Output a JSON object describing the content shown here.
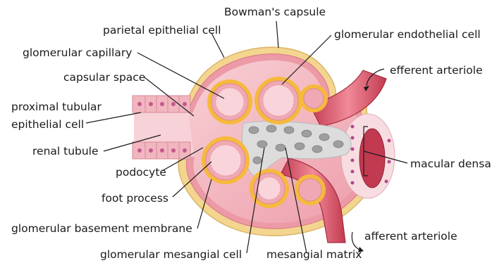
{
  "labels": {
    "bowmans_capsule": "Bowman's capsule",
    "parietal_epithelial_cell": "parietal epithelial cell",
    "glomerular_endothelial_cell": "glomerular endothelial cell",
    "glomerular_capillary": "glomerular capillary",
    "efferent_arteriole": "efferent arteriole",
    "capsular_space": "capsular space",
    "proximal_tubular_line1": "proximal tubular",
    "proximal_tubular_line2": "epithelial cell",
    "renal_tubule": "renal tubule",
    "macular_densa": "macular densa",
    "podocyte": "podocyte",
    "foot_process": "foot process",
    "glomerular_basement_membrane": "glomerular basement membrane",
    "afferent_arteriole": "afferent arteriole",
    "glomerular_mesangial_cell": "glomerular mesangial cell",
    "mesangial_matrix": "mesangial matrix"
  },
  "colors": {
    "capsule_outer": "#f3d58f",
    "capsule_inner": "#ec9aa6",
    "capsular_space": "#f6c7cf",
    "tubule": "#f7d2d8",
    "podocyte": "#f6b93c",
    "capillary": "#f0a9b4",
    "arteriole": "#d94f64",
    "mesangium": "#c8c8c8",
    "label": "#1a1a1a"
  }
}
